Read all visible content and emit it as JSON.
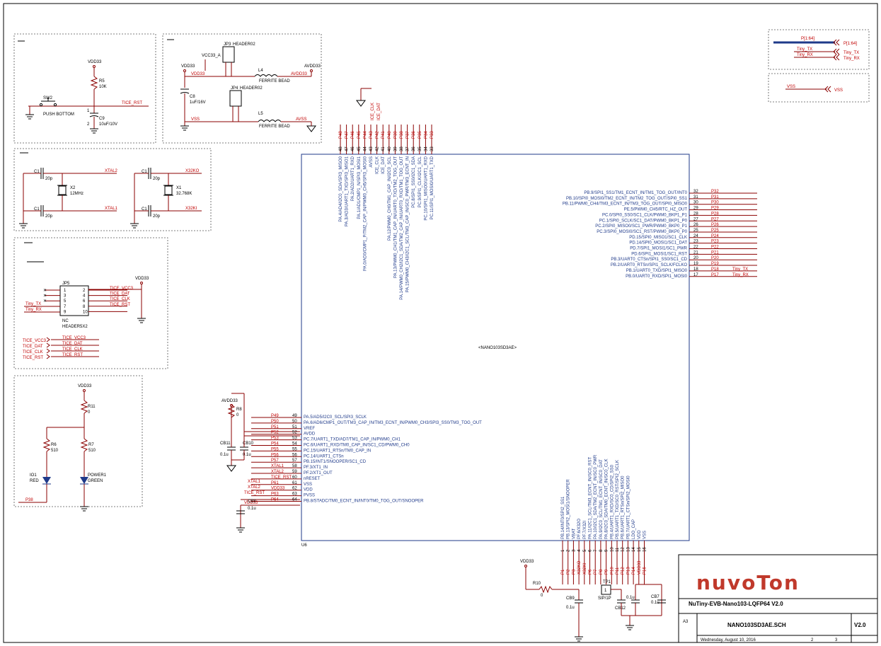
{
  "main_ic": {
    "ref": "U6",
    "part": "<NANO103SD3AE>",
    "top_pins": [
      {
        "num": "48",
        "name": "PA.4/AD4/I2C0_SDA/SPI3_MISO0",
        "net": "P48"
      },
      {
        "num": "47",
        "name": "PA.3/AD3/UART1_TXD/SPI3_MISO1",
        "net": "P47"
      },
      {
        "num": "46",
        "name": "PA.2/AD2/UART1_RXD",
        "net": "P46"
      },
      {
        "num": "45",
        "name": "PA.1/AD1/CMP1_N/SPI3_MOSI1",
        "net": "P45"
      },
      {
        "num": "44",
        "name": "PA.0/AD0/CMP1_P/TM2_CAP_IN/PWM0_CH5/SPI3_MOSI0",
        "net": "P44"
      },
      {
        "num": "43",
        "name": "AVSS",
        "net": "P43"
      },
      {
        "num": "42",
        "name": "ICE_CLK",
        "net": "P42"
      },
      {
        "num": "41",
        "name": "ICE_DAT",
        "net": "P41"
      },
      {
        "num": "40",
        "name": "PA.12/PWM0_CH0/TM1_CAP_IN/I2C0_SCL",
        "net": "P40"
      },
      {
        "num": "39",
        "name": "PA.13/PWM0_CH1/TM1_CAP_IN/UART0_TXD/TM2_TOG_OUT",
        "net": "P39"
      },
      {
        "num": "38",
        "name": "PA.14/PWM0_CH2/I2C1_SDA/TM2_CAP_IN/UART0_RXD/TM1_TOG_OUT",
        "net": "P38"
      },
      {
        "num": "37",
        "name": "PA.15/PWM0_CH3/I2C1_SCL/TM3_CAP_IN/SC0_PWR/TM3_ECNT_IN",
        "net": "P37"
      },
      {
        "num": "36",
        "name": "PC.8/SPI1_SS0/I2C1_SDA",
        "net": "P36"
      },
      {
        "num": "35",
        "name": "PC.9/SPI1_CLK/I2C1_SCL",
        "net": "P35"
      },
      {
        "num": "34",
        "name": "PC.10/SPI1_MISO0/UART1_RXD",
        "net": "P34"
      },
      {
        "num": "33",
        "name": "PC.11/SPI1_MOSI0/UART1_TXD",
        "net": "P33"
      }
    ],
    "right_pins": [
      {
        "num": "32",
        "name": "PB.9/SPI1_SS1/TM1_ECNT_IN/TM1_TOG_OUT/INT0",
        "net": "P32"
      },
      {
        "num": "31",
        "name": "PB.10/SPI0_MOSI0/TM2_ECNT_IN/TM2_TOG_OUT/SPI0_SS1",
        "net": "P31"
      },
      {
        "num": "30",
        "name": "PB.11/PWM0_CH4/TM3_ECNT_IN/TM3_TOG_OUT/SPI0_MISO0",
        "net": "P30"
      },
      {
        "num": "29",
        "name": "PE.5/PWM0_CH5/RTC_HZ_OUT",
        "net": "P29"
      },
      {
        "num": "28",
        "name": "PC.0/SPI0_SS0/SC1_CLK/PWM0_BKP1_P1",
        "net": "P28"
      },
      {
        "num": "27",
        "name": "PC.1/SPI0_SCLK/SC1_DAT/PWM0_BKP1_P0",
        "net": "P27"
      },
      {
        "num": "26",
        "name": "PC.2/SPI0_MISO0/SC1_PWR/PWM0_BKP0_P1",
        "net": "P26"
      },
      {
        "num": "25",
        "name": "PC.3/SPI0_MOSI0/SC1_RST/PWM0_BKP0_P0",
        "net": "P25"
      },
      {
        "num": "24",
        "name": "PD.15/SPI0_MISO1/SC1_CLK",
        "net": "P24"
      },
      {
        "num": "23",
        "name": "PD.14/SPI0_MOSI1/SC1_DAT",
        "net": "P23"
      },
      {
        "num": "22",
        "name": "PD.7/SPI1_MOSI1/SC1_PWR",
        "net": "P22"
      },
      {
        "num": "21",
        "name": "PD.6/SPI1_MOSI1/SC1_RST",
        "net": "P21"
      },
      {
        "num": "20",
        "name": "PB.3/UART0_CTSn/SPI1_SS0/SC1_CD",
        "net": "P20"
      },
      {
        "num": "19",
        "name": "PB.2/UART0_RTSn/SPI1_SCLK/FCLKO",
        "net": "P19"
      },
      {
        "num": "18",
        "name": "PB.1/UART0_TXD/SPI1_MISO0",
        "net": "P18",
        "extra": "Tiny_TX"
      },
      {
        "num": "17",
        "name": "PB.0/UART0_RXD/SPI1_MOSI0",
        "net": "P17",
        "extra": "Tiny_RX"
      }
    ],
    "left_pins": [
      {
        "num": "49",
        "name": "PA.5/AD5/I2C0_SCL/SPI3_SCLK",
        "net": "P49"
      },
      {
        "num": "50",
        "name": "PA.6/AD6/CMP1_OUT/TM3_CAP_IN/TM3_ECNT_IN/PWM0_CH3/SPI3_SS0/TM3_TOG_OUT",
        "net": "P50"
      },
      {
        "num": "51",
        "name": "VREF",
        "net": "P51"
      },
      {
        "num": "52",
        "name": "AVDD",
        "net": "P52"
      },
      {
        "num": "53",
        "name": "PC.7/UART1_TXD/AD7/TM1_CAP_IN/PWM0_CH1",
        "net": "P53"
      },
      {
        "num": "54",
        "name": "PC.6/UART1_RXD/TM0_CAP_IN/SC1_CD/PWM0_CH0",
        "net": "P54"
      },
      {
        "num": "55",
        "name": "PC.15/UART1_RTSn/TM0_CAP_IN",
        "net": "P55"
      },
      {
        "num": "56",
        "name": "PC.14/UART1_CTSn",
        "net": "P56"
      },
      {
        "num": "57",
        "name": "PB.15/INT1/SNOOPER/SC1_CD",
        "net": "P57"
      },
      {
        "num": "58",
        "name": "PF.3/XT1_IN",
        "net": "XTAL1"
      },
      {
        "num": "59",
        "name": "PF.2/XT1_OUT",
        "net": "XTAL2"
      },
      {
        "num": "60",
        "name": "nRESET",
        "net": "TICE_RST"
      },
      {
        "num": "61",
        "name": "VSS",
        "net": "P61"
      },
      {
        "num": "62",
        "name": "VDD",
        "net": "VDD33"
      },
      {
        "num": "63",
        "name": "PVSS",
        "net": "P63"
      },
      {
        "num": "64",
        "name": "PB.8/STADC/TM0_ECNT_IN/INT0/TM0_TOG_OUT/SNOOPER",
        "net": "P64"
      }
    ],
    "bottom_pins": [
      {
        "num": "1",
        "name": "PB.14/INT0/SPI2_SS1",
        "net": "P1"
      },
      {
        "num": "2",
        "name": "PB.13/SPI2_MOSI1/SNOOPER",
        "net": "P2"
      },
      {
        "num": "3",
        "name": "VBAT",
        "net": "P3"
      },
      {
        "num": "4",
        "name": "PF.6/X32O",
        "net": "X32KO"
      },
      {
        "num": "5",
        "name": "PF.7/X32I",
        "net": "X32KI"
      },
      {
        "num": "6",
        "name": "PA.11/I2C1_SCL/TM3_ECNT_IN/SC0_RST",
        "net": "P6"
      },
      {
        "num": "7",
        "name": "PA.10/I2C1_SDA/TM2_ECNT_IN/SC0_PWR",
        "net": "P7"
      },
      {
        "num": "8",
        "name": "PA.9/I2C0_SCL/TM1_ECNT_IN/SC0_DAT",
        "net": "P8"
      },
      {
        "num": "9",
        "name": "PA.8/I2C0_SDA/TM0_ECNT_IN/SC0_CLK",
        "net": "P9"
      },
      {
        "num": "10",
        "name": "PB.4/UART1_RXD/SC0_CD/SPI2_SS0",
        "net": "P10"
      },
      {
        "num": "11",
        "name": "PB.5/UART1_TXD/SC0_RST/SPI2_SCLK",
        "net": "P11"
      },
      {
        "num": "12",
        "name": "PB.6/UART1_RTSn/SPI2_MISO0",
        "net": "P12"
      },
      {
        "num": "13",
        "name": "PB.7/UART1_CTSn/SPI2_MOSI0",
        "net": "P13"
      },
      {
        "num": "14",
        "name": "LDO_CAP",
        "net": "P14"
      },
      {
        "num": "15",
        "name": "VDD",
        "net": "VDD33"
      },
      {
        "num": "16",
        "name": "VSS",
        "net": "P16"
      }
    ]
  },
  "reset_block": {
    "vdd": "VDD33",
    "r5": "R5",
    "r5_val": "10K",
    "sw": "SW2",
    "sw_label": "PUSH BOTTOM",
    "c9": "C9",
    "c9_val": "10uF/10V",
    "net": "TICE_RST",
    "pin1": "1",
    "pin2": "2"
  },
  "power_block": {
    "vcc": "VCC33_A",
    "vdd": "VDD33",
    "jp3": "JP3",
    "jp3_part": "HEADER02",
    "jp4": "JP4",
    "jp4_part": "HEADER02",
    "l4": "L4",
    "l4_val": "FERRITE BEAD",
    "l5": "L5",
    "l5_val": "FERRITE BEAD",
    "c8": "C8",
    "c8_val": "1uF/16V",
    "avdd": "AVDD33",
    "vss": "VSS",
    "avss": "AVSS",
    "net_vdd": "VDD33"
  },
  "crystal_block": {
    "c1": "C1",
    "c1_val": "20p",
    "x2": "X2",
    "x2_val": "12MHz",
    "xtal2": "XTAL2",
    "xtal1": "XTAL1",
    "x1": "X1",
    "x1_val": "32.768K",
    "x32ko": "X32KO",
    "x32ki": "X32KI"
  },
  "header_block": {
    "vdd": "VDD33",
    "jp": "JP5",
    "nc": "NC",
    "part": "HEADER5X2",
    "tx": "Tiny_TX",
    "rx": "Tiny_RX",
    "right_nets": [
      "TICE_VCC3",
      "TICE_DAT",
      "TICE_CLK",
      "TICE_RST"
    ],
    "left_pins": [
      "1",
      "3",
      "5",
      "7",
      "9"
    ],
    "right_pins": [
      "2",
      "4",
      "6",
      "8",
      "10"
    ],
    "port_list": [
      "TICE_VCC3",
      "TICE_DAT",
      "TICE_CLK",
      "TICE_RST"
    ]
  },
  "led_block": {
    "vdd": "VDD33",
    "r11": "R11",
    "r11_val": "0",
    "r6": "R6",
    "r6_val": "510",
    "r7": "R7",
    "r7_val": "510",
    "io1": "IO1",
    "io1_color": "RED",
    "power1": "POWER1",
    "power1_color": "GREEN",
    "net": "P38"
  },
  "avdd_block": {
    "avdd": "AVDD33",
    "r": "R8",
    "r_val": "0",
    "cb11": "CB11",
    "cb11_val": "0.1u",
    "cb10": "CB10",
    "cb10_val": "0.1u",
    "cb8": "CB8",
    "cb8_val": "0.1u",
    "xtal1": "XTAL1",
    "xtal2": "XTAL2",
    "tice": "TICE_RST",
    "vdd": "VDD33"
  },
  "bottom_block": {
    "vdd": "VDD33",
    "r10": "R10",
    "r10_val": "0",
    "cb9": "CB9",
    "cb9_val": "0.1u",
    "tp1": "TP1",
    "tp1_pin": "1",
    "sip": "SIP/1P",
    "cb12": "CB12",
    "cb12_val": "0.1u",
    "cb7": "CB7",
    "cb7_val": "0.1u"
  },
  "port_box": {
    "bus": "P[1:64]",
    "tx": "Tiny_TX",
    "rx": "Tiny_RX",
    "vss": "VSS"
  },
  "title_block": {
    "logo": "nuvoTon",
    "title": "NuTiny-EVB-Nano103-LQFP64 V2.0",
    "size": "A3",
    "file": "NANO103SD3AE.SCH",
    "rev": "V2.0",
    "date": "Wednesday, August 10, 2016",
    "sheet": "2",
    "of": "3"
  },
  "colors": {
    "wire": "#8b0000",
    "label": "#c00000",
    "part": "#1f3a8a",
    "logo": "#c0392b"
  }
}
